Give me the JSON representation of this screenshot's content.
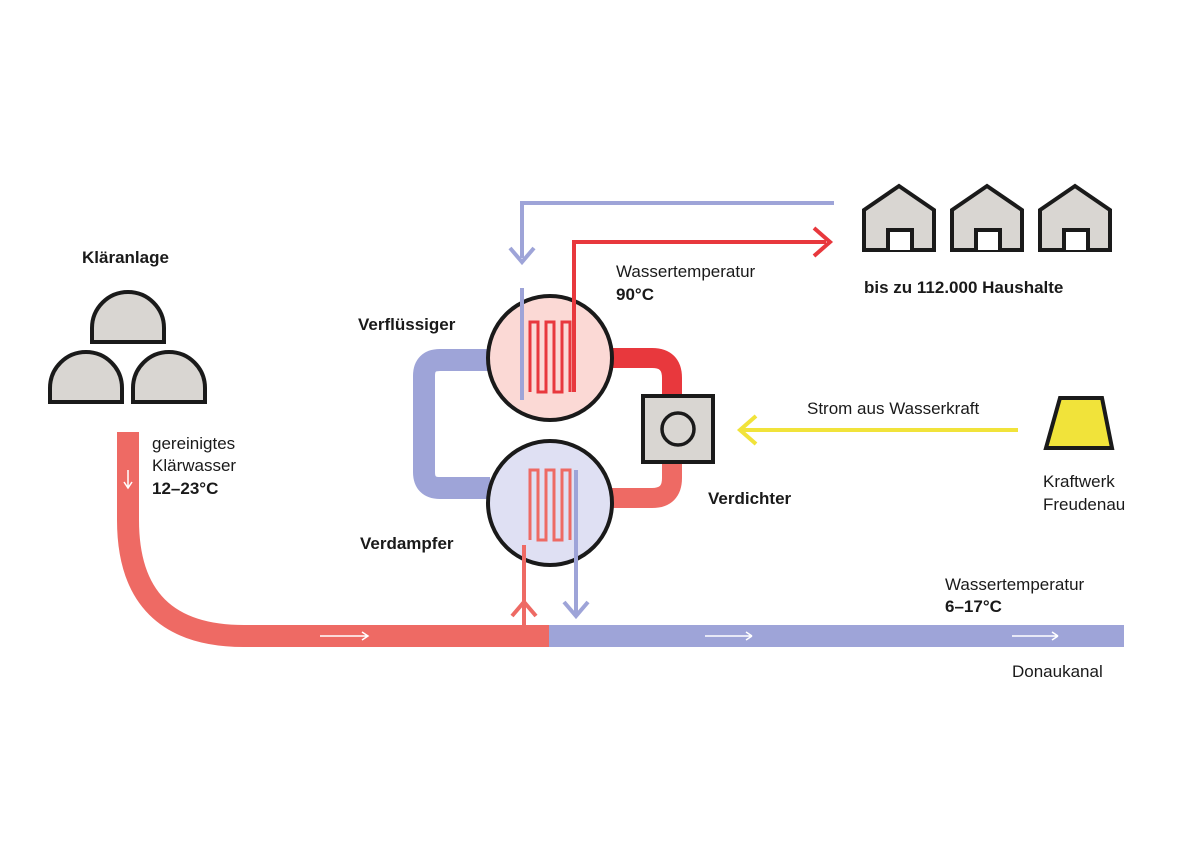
{
  "labels": {
    "klaeranlage": "Kläranlage",
    "gereinigtes": "gereinigtes",
    "klaerwasser": "Klärwasser",
    "klaer_temp": "12–23°C",
    "verfluessiger": "Verflüssiger",
    "verdampfer": "Verdampfer",
    "verdichter": "Verdichter",
    "wasser_temp_hot_label": "Wassertemperatur",
    "wasser_temp_hot_value": "90°C",
    "haushalte": "bis zu 112.000 Haushalte",
    "strom": "Strom aus Wasserkraft",
    "kraftwerk_1": "Kraftwerk",
    "kraftwerk_2": "Freudenau",
    "wasser_temp_cold_label": "Wassertemperatur",
    "wasser_temp_cold_value": "6–17°C",
    "donaukanal": "Donaukanal"
  },
  "colors": {
    "hot": "#e8383d",
    "warm": "#ee6a64",
    "cold": "#9ea4d8",
    "cold_fill": "#dfe0f3",
    "hot_fill": "#fbd9d5",
    "grey_fill": "#d9d6d2",
    "yellow": "#f1e33a",
    "outline": "#1a1a1a"
  },
  "icons": {
    "treatment_plant": "dome-tanks-icon",
    "houses": "house-icon",
    "compressor": "compressor-icon",
    "power_plant": "power-plant-icon"
  }
}
